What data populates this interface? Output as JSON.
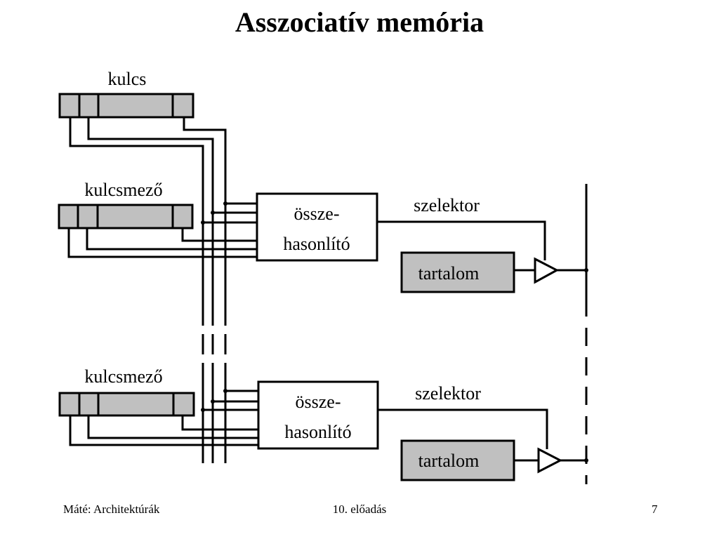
{
  "title": "Asszociatív memória",
  "labels": {
    "key": "kulcs",
    "keyfield_1": "kulcsmező",
    "keyfield_2": "kulcsmező",
    "comparator_1_line1": "össze-",
    "comparator_1_line2": "hasonlító",
    "comparator_2_line1": "össze-",
    "comparator_2_line2": "hasonlító",
    "selector_1": "szelektor",
    "selector_2": "szelektor",
    "content_1": "tartalom",
    "content_2": "tartalom"
  },
  "footer": {
    "author": "Máté: Architektúrák",
    "lecture": "10. előadás",
    "page": "7"
  },
  "colors": {
    "register_fill": "#c0c0c0",
    "line": "#000000",
    "background": "#ffffff"
  }
}
